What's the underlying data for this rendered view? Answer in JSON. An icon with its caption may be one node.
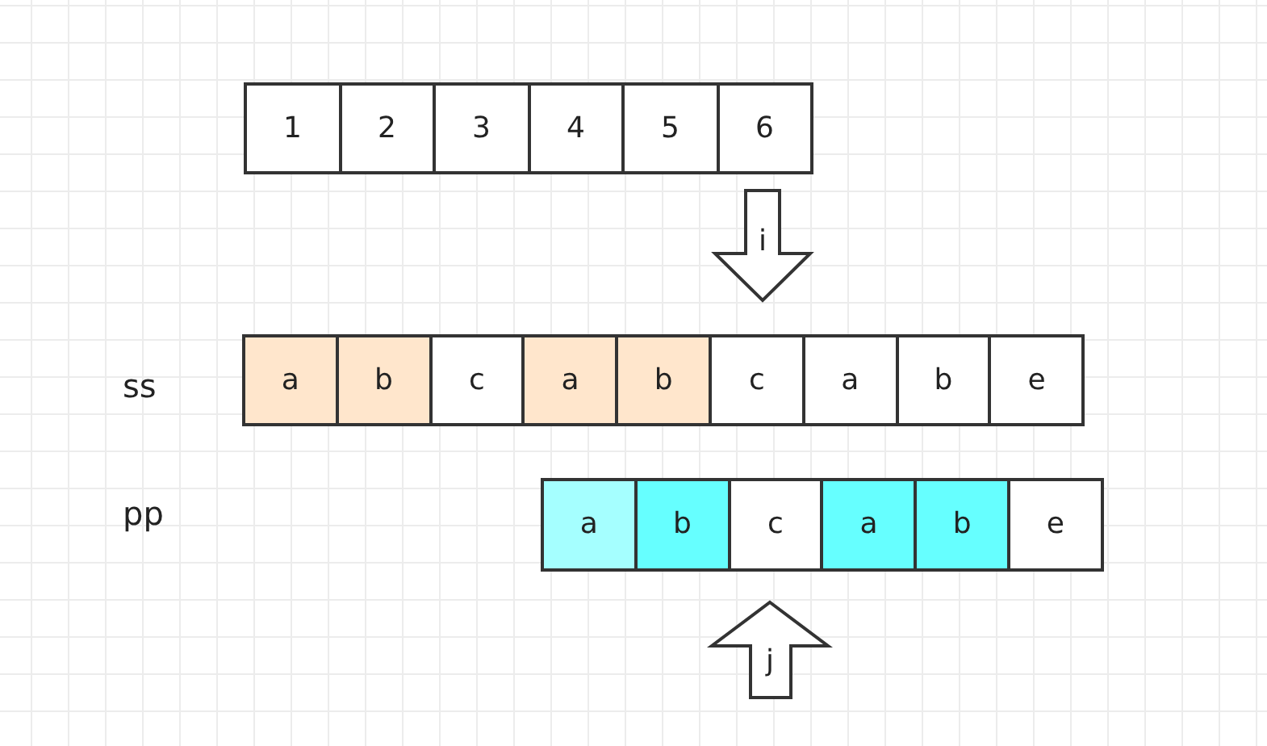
{
  "diagram": {
    "nodes": [
      {
        "text": [
          "1"
        ]
      },
      {
        "text": [
          "2"
        ]
      },
      {
        "text": [
          "3"
        ]
      },
      {
        "text": [
          "4"
        ]
      },
      {
        "text": [
          "5"
        ]
      },
      {
        "text": [
          "6"
        ]
      },
      {
        "text": [
          "i"
        ]
      },
      {
        "text": [
          "a"
        ]
      },
      {
        "text": [
          "b"
        ]
      },
      {
        "text": [
          "c"
        ]
      },
      {
        "text": [
          "a"
        ]
      },
      {
        "text": [
          "b"
        ]
      },
      {
        "text": [
          "c"
        ]
      },
      {
        "text": [
          "a"
        ]
      },
      {
        "text": [
          "b"
        ]
      },
      {
        "text": [
          "e"
        ]
      },
      {
        "text": [
          "a"
        ]
      },
      {
        "text": [
          "b"
        ]
      },
      {
        "text": [
          "c"
        ]
      },
      {
        "text": [
          "a"
        ]
      },
      {
        "text": [
          "b"
        ]
      },
      {
        "text": [
          "e"
        ]
      },
      {
        "text": [
          "j"
        ]
      }
    ],
    "labels": [
      "ss",
      "pp"
    ]
  }
}
